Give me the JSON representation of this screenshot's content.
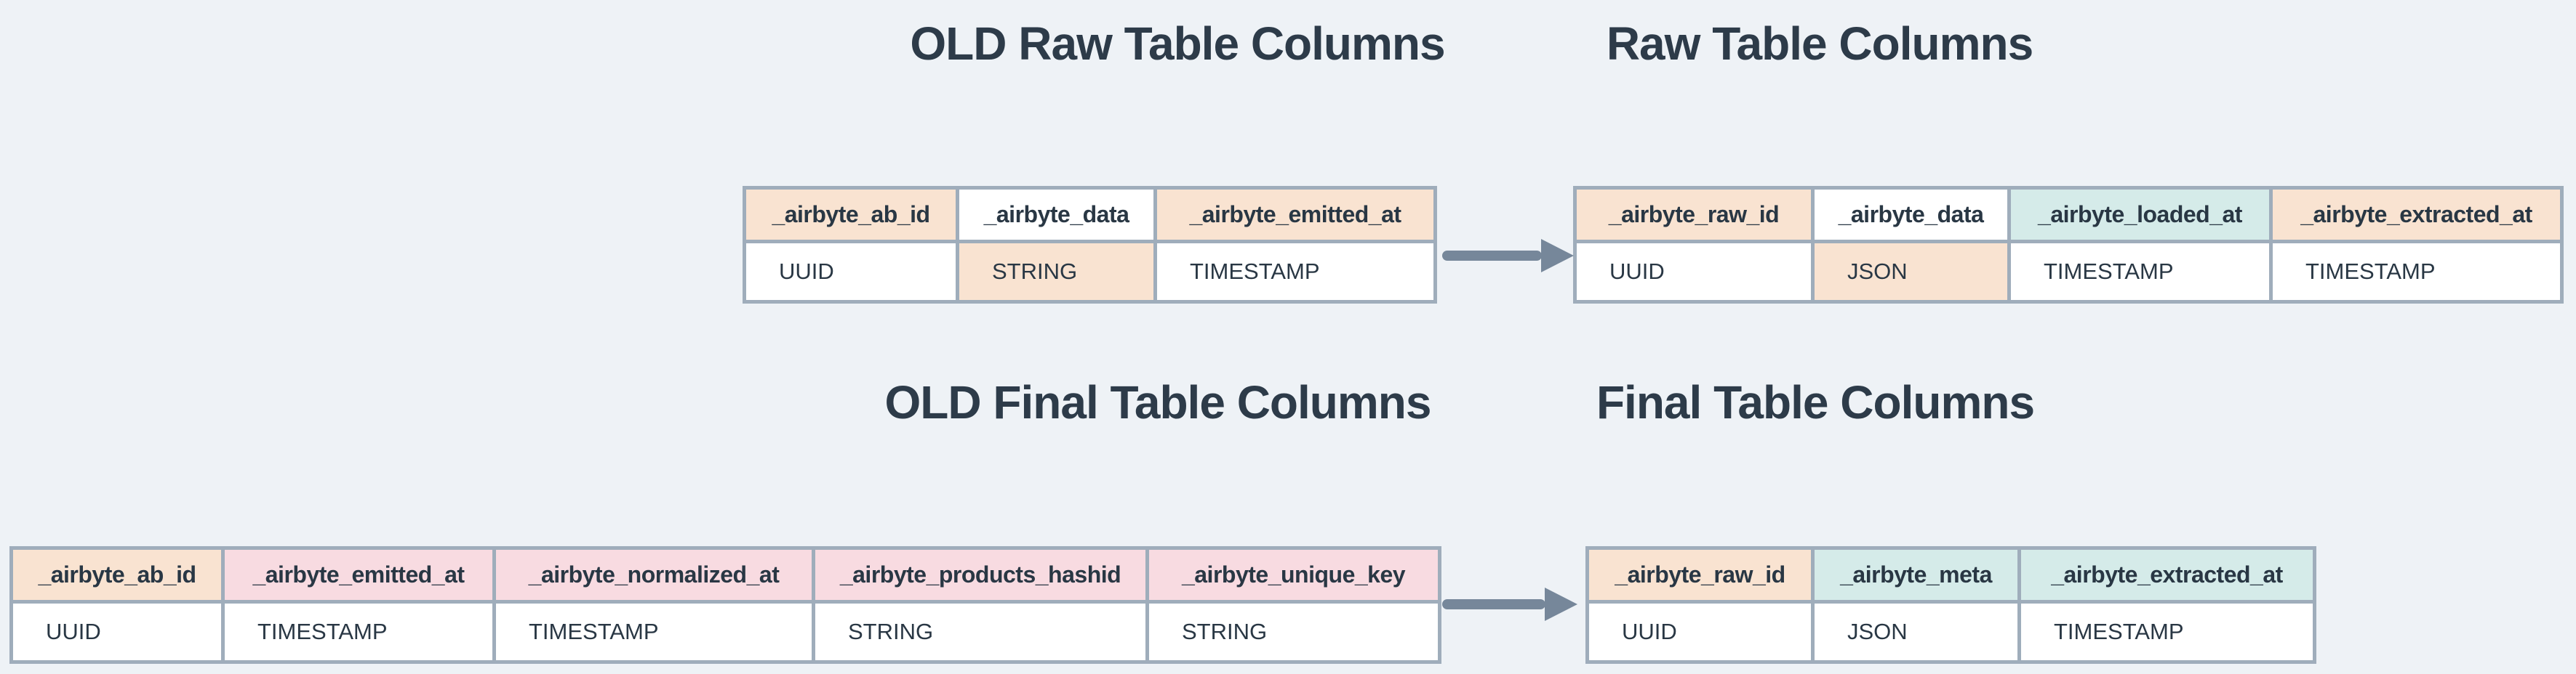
{
  "colors": {
    "background": "#eef2f6",
    "border": "#9fadbb",
    "text": "#293744",
    "title": "#2d3b49",
    "arrow": "#76879a",
    "peach": "#f9e3d1",
    "pink": "#f8dbe1",
    "teal": "#d5ebe9",
    "white": "#ffffff"
  },
  "tables": {
    "old_raw": {
      "title": "OLD Raw Table Columns",
      "columns": [
        {
          "name": "_airbyte_ab_id",
          "type": "UUID",
          "name_bg": "peach",
          "type_bg": "white"
        },
        {
          "name": "_airbyte_data",
          "type": "STRING",
          "name_bg": "white",
          "type_bg": "peach"
        },
        {
          "name": "_airbyte_emitted_at",
          "type": "TIMESTAMP",
          "name_bg": "peach",
          "type_bg": "white"
        }
      ]
    },
    "raw": {
      "title": "Raw Table Columns",
      "columns": [
        {
          "name": "_airbyte_raw_id",
          "type": "UUID",
          "name_bg": "peach",
          "type_bg": "white"
        },
        {
          "name": "_airbyte_data",
          "type": "JSON",
          "name_bg": "white",
          "type_bg": "peach"
        },
        {
          "name": "_airbyte_loaded_at",
          "type": "TIMESTAMP",
          "name_bg": "teal",
          "type_bg": "white"
        },
        {
          "name": "_airbyte_extracted_at",
          "type": "TIMESTAMP",
          "name_bg": "peach",
          "type_bg": "white"
        }
      ]
    },
    "old_final": {
      "title": "OLD Final Table Columns",
      "columns": [
        {
          "name": "_airbyte_ab_id",
          "type": "UUID",
          "name_bg": "peach",
          "type_bg": "white"
        },
        {
          "name": "_airbyte_emitted_at",
          "type": "TIMESTAMP",
          "name_bg": "pink",
          "type_bg": "white"
        },
        {
          "name": "_airbyte_normalized_at",
          "type": "TIMESTAMP",
          "name_bg": "pink",
          "type_bg": "white"
        },
        {
          "name": "_airbyte_products_hashid",
          "type": "STRING",
          "name_bg": "pink",
          "type_bg": "white"
        },
        {
          "name": "_airbyte_unique_key",
          "type": "STRING",
          "name_bg": "pink",
          "type_bg": "white"
        }
      ]
    },
    "final": {
      "title": "Final Table Columns",
      "columns": [
        {
          "name": "_airbyte_raw_id",
          "type": "UUID",
          "name_bg": "peach",
          "type_bg": "white"
        },
        {
          "name": "_airbyte_meta",
          "type": "JSON",
          "name_bg": "teal",
          "type_bg": "white"
        },
        {
          "name": "_airbyte_extracted_at",
          "type": "TIMESTAMP",
          "name_bg": "teal",
          "type_bg": "white"
        }
      ]
    }
  },
  "arrows": [
    {
      "icon": "right-arrow"
    },
    {
      "icon": "right-arrow"
    }
  ]
}
